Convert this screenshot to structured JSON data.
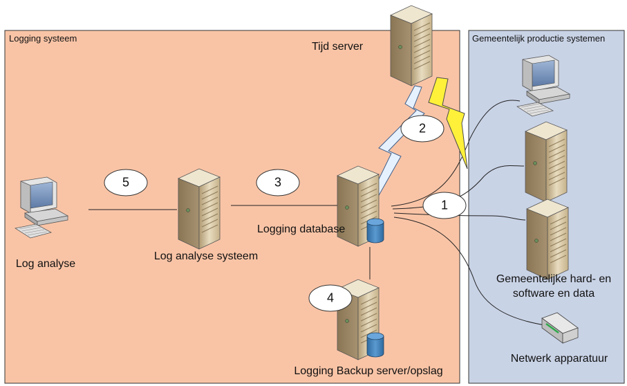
{
  "zones": {
    "logging": {
      "title": "Logging systeem",
      "fill": "#f9c4a6"
    },
    "municipal": {
      "title": "Gemeentelijk productie systemen",
      "fill": "#c9d3e6"
    }
  },
  "nodes": {
    "time_server": {
      "label": "Tijd server"
    },
    "logging_database": {
      "label": "Logging database"
    },
    "log_analysis_system": {
      "label": "Log analyse systeem"
    },
    "log_analysis": {
      "label": "Log analyse"
    },
    "backup_server": {
      "label": "Logging Backup server/opslag"
    },
    "municipal_hw": {
      "label_line1": "Gemeentelijke hard- en",
      "label_line2": "software en data"
    },
    "network_equipment": {
      "label": "Netwerk apparatuur"
    }
  },
  "steps": [
    "1",
    "2",
    "3",
    "4",
    "5"
  ],
  "colors": {
    "lightning_blue": "#e6f1ff",
    "lightning_yellow": "#fff13a",
    "database_cylinder": "#3d7fb8",
    "server_body": "#d9c7a2"
  }
}
